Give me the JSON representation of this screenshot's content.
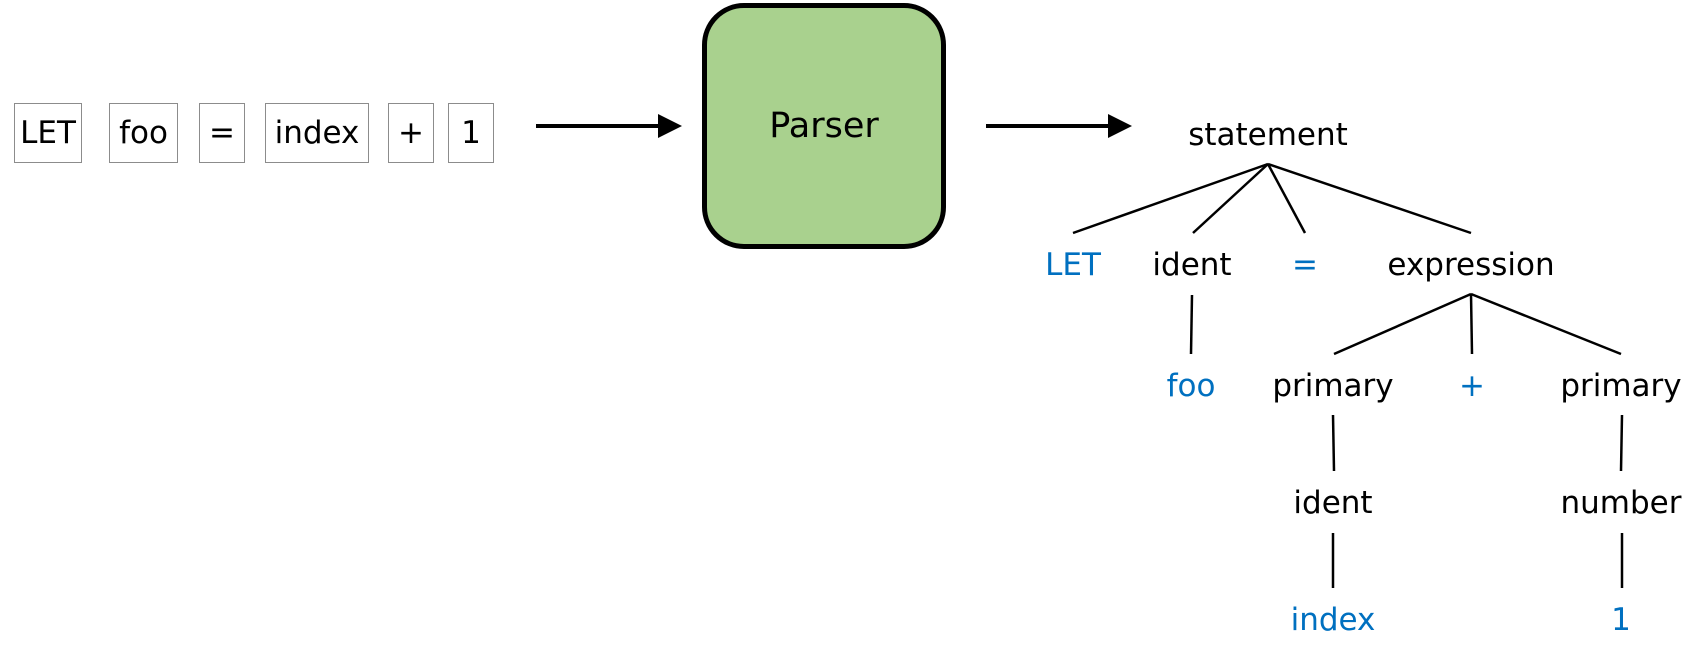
{
  "tokens": [
    "LET",
    "foo",
    "=",
    "index",
    "+",
    "1"
  ],
  "parser": {
    "label": "Parser",
    "fill": "#a9d18e",
    "border": "#000000"
  },
  "colors": {
    "terminal": "#0070c0",
    "nonterminal": "#000000",
    "token_border": "#8c8c8c"
  },
  "tree": {
    "statement": "statement",
    "let": "LET",
    "ident": "ident",
    "equals": "=",
    "expression": "expression",
    "foo": "foo",
    "primary_left": "primary",
    "plus": "+",
    "primary_right": "primary",
    "ident2": "ident",
    "number": "number",
    "index": "index",
    "one": "1"
  }
}
